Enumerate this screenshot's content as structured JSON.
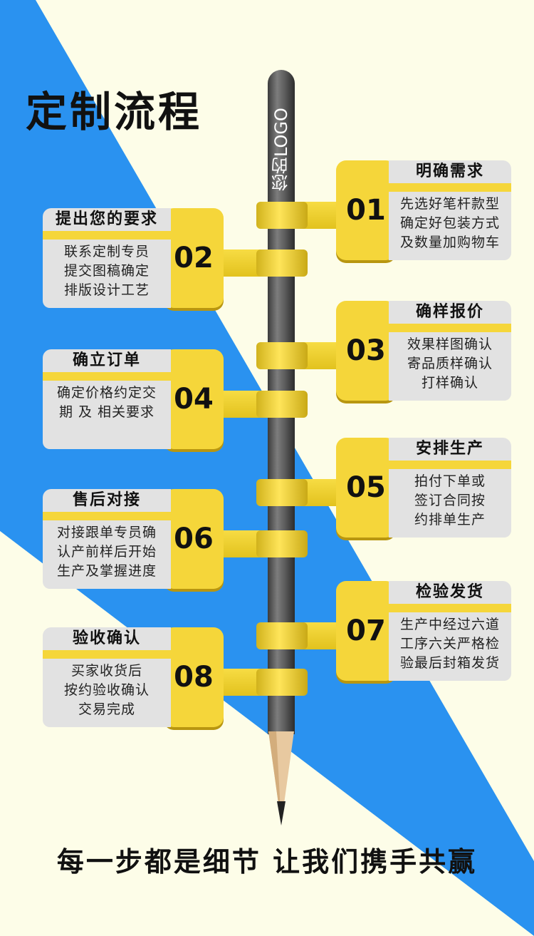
{
  "page": {
    "title": "定制流程",
    "pencil_logo": "您的LOGO",
    "slogan": "每一步都是细节  让我们携手共赢"
  },
  "colors": {
    "background": "#fdfde8",
    "blue": "#2a92f0",
    "yellow": "#f5d63a",
    "card_gray": "#e2e2e2",
    "pencil": "#5a5a5a"
  },
  "steps": [
    {
      "num": "01",
      "title": "明确需求",
      "lines": [
        "先选好笔杆款型",
        "确定好包装方式",
        "及数量加购物车"
      ]
    },
    {
      "num": "02",
      "title": "提出您的要求",
      "lines": [
        "联系定制专员",
        "提交图稿确定",
        "排版设计工艺"
      ]
    },
    {
      "num": "03",
      "title": "确样报价",
      "lines": [
        "效果样图确认",
        "寄品质样确认",
        "打样确认"
      ]
    },
    {
      "num": "04",
      "title": "确立订单",
      "lines": [
        "确定价格约定交",
        "期 及 相关要求"
      ]
    },
    {
      "num": "05",
      "title": "安排生产",
      "lines": [
        "拍付下单或",
        "签订合同按",
        "约排单生产"
      ]
    },
    {
      "num": "06",
      "title": "售后对接",
      "lines": [
        "对接跟单专员确",
        "认产前样后开始",
        "生产及掌握进度"
      ]
    },
    {
      "num": "07",
      "title": "检验发货",
      "lines": [
        "生产中经过六道",
        "工序六关严格检",
        "验最后封箱发货"
      ]
    },
    {
      "num": "08",
      "title": "验收确认",
      "lines": [
        "买家收货后",
        "按约验收确认",
        "交易完成"
      ]
    }
  ]
}
